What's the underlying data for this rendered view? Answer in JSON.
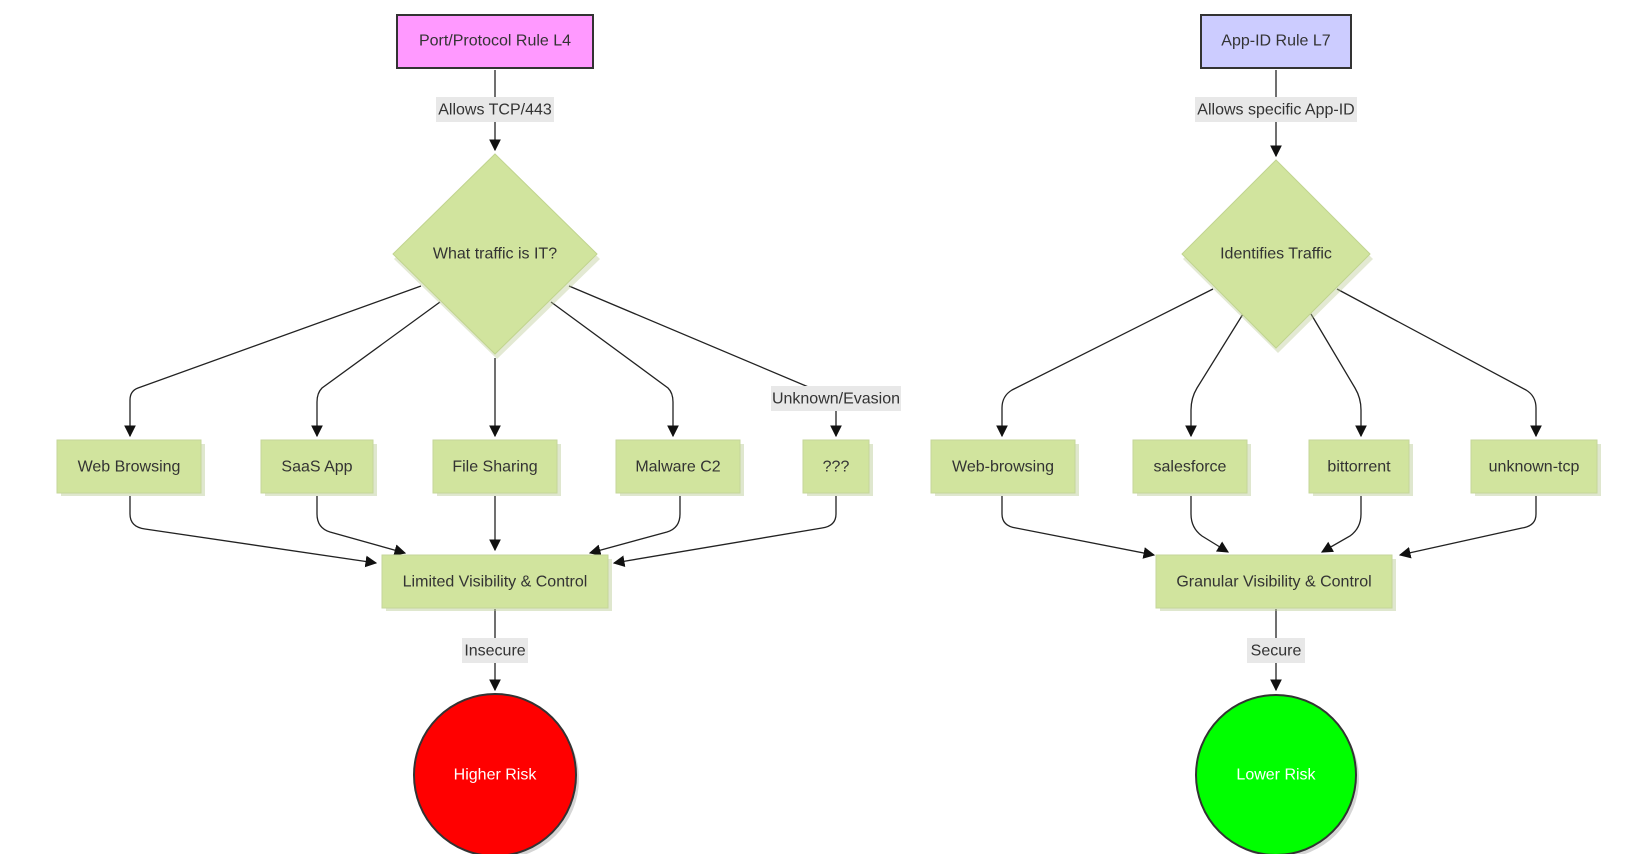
{
  "left": {
    "start": "Port/Protocol Rule L4",
    "start_edge_label": "Allows TCP/443",
    "decision": "What traffic is IT?",
    "unknown_edge_label": "Unknown/Evasion",
    "apps": [
      "Web Browsing",
      "SaaS App",
      "File Sharing",
      "Malware C2",
      "???"
    ],
    "outcome": "Limited Visibility & Control",
    "outcome_edge_label": "Insecure",
    "risk": "Higher Risk",
    "risk_color": "#ff0000"
  },
  "right": {
    "start": "App-ID Rule L7",
    "start_edge_label": "Allows specific App-ID",
    "decision": "Identifies Traffic",
    "apps": [
      "Web-browsing",
      "salesforce",
      "bittorrent",
      "unknown-tcp"
    ],
    "outcome": "Granular Visibility & Control",
    "outcome_edge_label": "Secure",
    "risk": "Lower Risk",
    "risk_color": "#00ff00"
  },
  "colors": {
    "left_start_fill": "#ff99ff",
    "right_start_fill": "#ccccff",
    "node_fill": "#d1e49e",
    "edge_label_bg": "#e8e8e8"
  }
}
